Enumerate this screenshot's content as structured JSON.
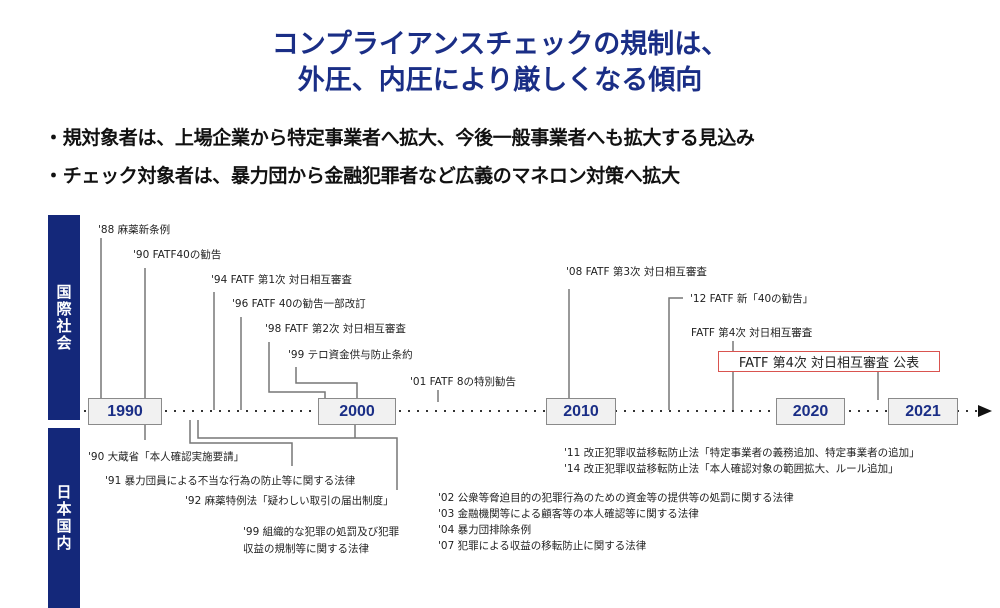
{
  "title": {
    "line1": "コンプライアンスチェックの規制は、",
    "line2": "外圧、内圧により厳しくなる傾向"
  },
  "bullets": [
    "・規対象者は、上場企業から特定事業者へ拡大、今後一般事業者へも拡大する見込み",
    "・チェック対象者は、暴力団から金融犯罪者など広義のマネロン対策へ拡大"
  ],
  "sections": {
    "international": "国際社会",
    "domestic": "日本国内"
  },
  "years": [
    "1990",
    "2000",
    "2010",
    "2020",
    "2021"
  ],
  "international_events": [
    "'88 麻薬新条例",
    "'90 FATF40の勧告",
    "'94 FATF 第1次 対日相互審査",
    "'96 FATF 40の勧告一部改訂",
    "'98 FATF 第2次 対日相互審査",
    "'99 テロ資金供与防止条約",
    "'01 FATF 8の特別勧告",
    "'08 FATF 第3次 対日相互審査",
    "'12 FATF 新「40の勧告」",
    "FATF 第4次 対日相互審査"
  ],
  "highlight": "FATF 第4次 対日相互審査 公表",
  "domestic_events": [
    "'90 大蔵省「本人確認実施要請」",
    "'91 暴力団員による不当な行為の防止等に関する法律",
    "'92 麻薬特例法「疑わしい取引の届出制度」",
    "'99 組織的な犯罪の処罰及び犯罪",
    "収益の規制等に関する法律",
    "'02 公衆等脅迫目的の犯罪行為のための資金等の提供等の処罰に関する法律",
    "'03 金融機関等による顧客等の本人確認等に関する法律",
    "'04 暴力団排除条例",
    "'07 犯罪による収益の移転防止に関する法律",
    "'11 改正犯罪収益移転防止法「特定事業者の義務追加、特定事業者の追加」",
    "'14 改正犯罪収益移転防止法「本人確認対象の範囲拡大、ルール追加」"
  ],
  "colors": {
    "navy": "#14287a",
    "title": "#1a2e86",
    "highlight_border": "#d9534f"
  }
}
